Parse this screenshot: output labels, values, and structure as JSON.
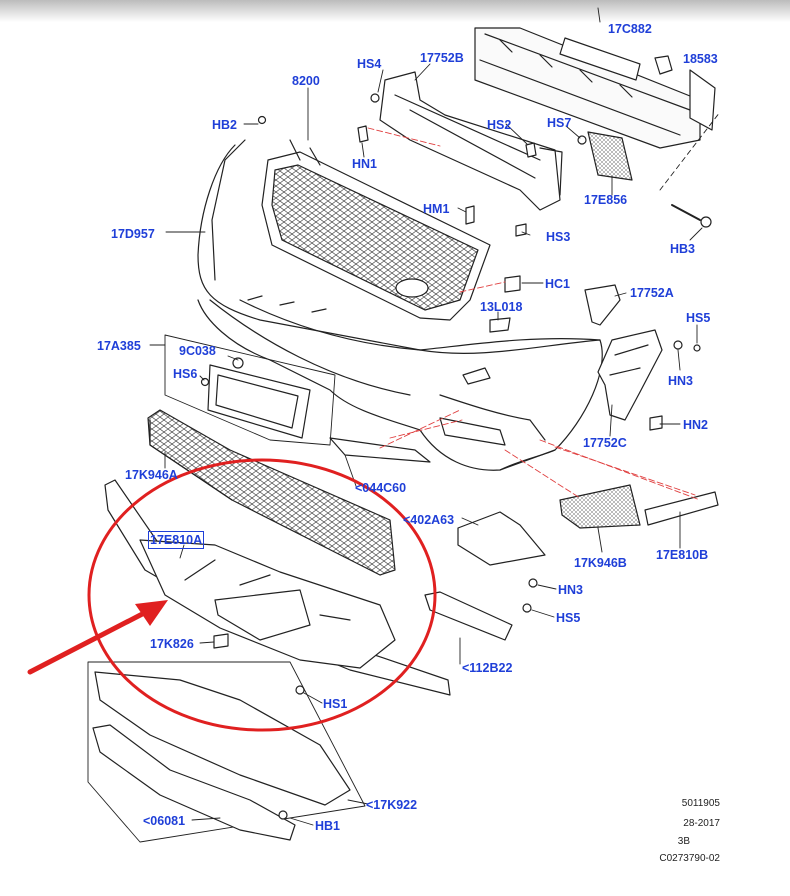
{
  "diagram": {
    "colors": {
      "label": "#1f3fd8",
      "ink": "#222222",
      "highlight": "#e02020",
      "dashed_guide": "#e04040"
    },
    "labels": {
      "c17c882": "17C882",
      "c18583": "18583",
      "hs4": "HS4",
      "c17752b": "17752B",
      "c8200": "8200",
      "hb2": "HB2",
      "hs2": "HS2",
      "hs7": "HS7",
      "hn1": "HN1",
      "c17e856": "17E856",
      "c17d957": "17D957",
      "hm1": "HM1",
      "hs3": "HS3",
      "hb3": "HB3",
      "hc1": "HC1",
      "c17752a": "17752A",
      "c13l018": "13L018",
      "hs5a": "HS5",
      "c17a385": "17A385",
      "c9c038": "9C038",
      "hn3a": "HN3",
      "hs6": "HS6",
      "hn2": "HN2",
      "c17752c": "17752C",
      "c17k946a": "17K946A",
      "c044c60": "<044C60",
      "c402a63": "<402A63",
      "c17e810a": "17E810A",
      "c17k946b": "17K946B",
      "c17e810b": "17E810B",
      "hn3b": "HN3",
      "hs5b": "HS5",
      "c17k826": "17K826",
      "c112b22": "<112B22",
      "hs1": "HS1",
      "c17k922": "<17K922",
      "c06081": "<06081",
      "hb1": "HB1"
    },
    "footer": {
      "line1": "5011905",
      "line2": "28-2017",
      "line3": "3B",
      "line4": "C0273790-02"
    }
  }
}
